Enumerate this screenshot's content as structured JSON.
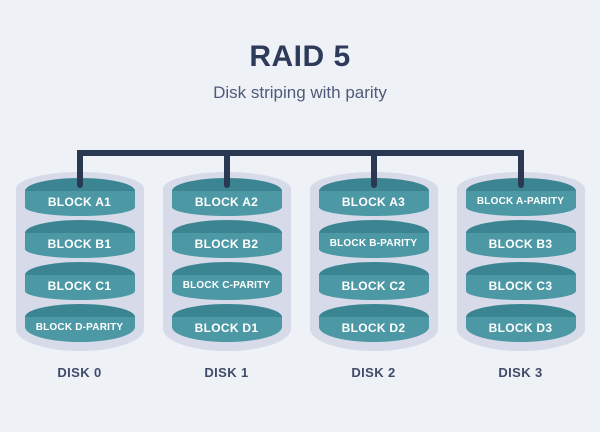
{
  "header": {
    "title": "RAID 5",
    "subtitle": "Disk striping with parity"
  },
  "palette": {
    "background": "#eef1f6",
    "cylinder_body": "#4c99a5",
    "cylinder_top": "#3b8593",
    "disk_outline": "#d7dbe9",
    "bus_line": "#2b3851",
    "title_text": "#2d3a5a",
    "subtitle_text": "#4f5b78",
    "disk_label_text": "#3f4b69",
    "block_text": "#ffffff"
  },
  "disks": [
    {
      "name": "DISK 0",
      "blocks": [
        {
          "label": "BLOCK A1",
          "parity": false
        },
        {
          "label": "BLOCK B1",
          "parity": false
        },
        {
          "label": "BLOCK C1",
          "parity": false
        },
        {
          "label": "BLOCK D-PARITY",
          "parity": true
        }
      ]
    },
    {
      "name": "DISK 1",
      "blocks": [
        {
          "label": "BLOCK A2",
          "parity": false
        },
        {
          "label": "BLOCK B2",
          "parity": false
        },
        {
          "label": "BLOCK C-PARITY",
          "parity": true
        },
        {
          "label": "BLOCK D1",
          "parity": false
        }
      ]
    },
    {
      "name": "DISK 2",
      "blocks": [
        {
          "label": "BLOCK A3",
          "parity": false
        },
        {
          "label": "BLOCK B-PARITY",
          "parity": true
        },
        {
          "label": "BLOCK C2",
          "parity": false
        },
        {
          "label": "BLOCK D2",
          "parity": false
        }
      ]
    },
    {
      "name": "DISK 3",
      "blocks": [
        {
          "label": "BLOCK A-PARITY",
          "parity": true
        },
        {
          "label": "BLOCK B3",
          "parity": false
        },
        {
          "label": "BLOCK C3",
          "parity": false
        },
        {
          "label": "BLOCK D3",
          "parity": false
        }
      ]
    }
  ]
}
